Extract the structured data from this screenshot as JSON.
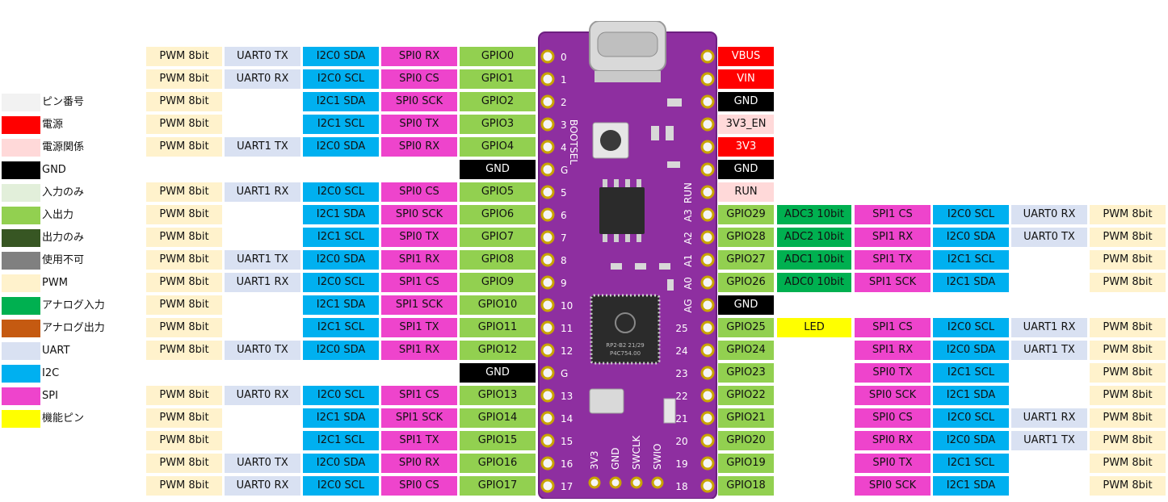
{
  "colors": {
    "pin": "#f2f2f2",
    "power": "#ff0000",
    "power_related": "#ffd9d9",
    "gnd": "#000000",
    "input": "#e2efda",
    "io": "#92d050",
    "output": "#375623",
    "unusable": "#808080",
    "pwm": "#fff2cc",
    "adc": "#00b050",
    "dac": "#c55a11",
    "uart": "#d9e1f2",
    "i2c": "#00b0f0",
    "spi": "#ee44cc",
    "func": "#ffff00",
    "board": "#8e2fa0"
  },
  "legend": [
    {
      "label": "ピン番号",
      "color": "#f2f2f2"
    },
    {
      "label": "電源",
      "color": "#ff0000"
    },
    {
      "label": "電源関係",
      "color": "#ffd9d9"
    },
    {
      "label": "GND",
      "color": "#000000"
    },
    {
      "label": "入力のみ",
      "color": "#e2efda"
    },
    {
      "label": "入出力",
      "color": "#92d050"
    },
    {
      "label": "出力のみ",
      "color": "#375623"
    },
    {
      "label": "使用不可",
      "color": "#808080"
    },
    {
      "label": "PWM",
      "color": "#fff2cc"
    },
    {
      "label": "アナログ入力",
      "color": "#00b050"
    },
    {
      "label": "アナログ出力",
      "color": "#c55a11"
    },
    {
      "label": "UART",
      "color": "#d9e1f2"
    },
    {
      "label": "I2C",
      "color": "#00b0f0"
    },
    {
      "label": "SPI",
      "color": "#ee44cc"
    },
    {
      "label": "機能ピン",
      "color": "#ffff00"
    }
  ],
  "left_rows": [
    {
      "pwm": "PWM 8bit",
      "uart": "UART0 TX",
      "i2c": "I2C0 SDA",
      "spi": "SPI0 RX",
      "gpio": "GPIO0",
      "gpio_type": "io"
    },
    {
      "pwm": "PWM 8bit",
      "uart": "UART0 RX",
      "i2c": "I2C0 SCL",
      "spi": "SPI0 CS",
      "gpio": "GPIO1",
      "gpio_type": "io"
    },
    {
      "pwm": "PWM 8bit",
      "uart": "",
      "i2c": "I2C1 SDA",
      "spi": "SPI0 SCK",
      "gpio": "GPIO2",
      "gpio_type": "io"
    },
    {
      "pwm": "PWM 8bit",
      "uart": "",
      "i2c": "I2C1 SCL",
      "spi": "SPI0 TX",
      "gpio": "GPIO3",
      "gpio_type": "io"
    },
    {
      "pwm": "PWM 8bit",
      "uart": "UART1 TX",
      "i2c": "I2C0 SDA",
      "spi": "SPI0 RX",
      "gpio": "GPIO4",
      "gpio_type": "io"
    },
    {
      "pwm": "",
      "uart": "",
      "i2c": "",
      "spi": "",
      "gpio": "GND",
      "gpio_type": "gnd"
    },
    {
      "pwm": "PWM 8bit",
      "uart": "UART1 RX",
      "i2c": "I2C0 SCL",
      "spi": "SPI0 CS",
      "gpio": "GPIO5",
      "gpio_type": "io"
    },
    {
      "pwm": "PWM 8bit",
      "uart": "",
      "i2c": "I2C1 SDA",
      "spi": "SPI0 SCK",
      "gpio": "GPIO6",
      "gpio_type": "io"
    },
    {
      "pwm": "PWM 8bit",
      "uart": "",
      "i2c": "I2C1 SCL",
      "spi": "SPI0 TX",
      "gpio": "GPIO7",
      "gpio_type": "io"
    },
    {
      "pwm": "PWM 8bit",
      "uart": "UART1 TX",
      "i2c": "I2C0 SDA",
      "spi": "SPI1 RX",
      "gpio": "GPIO8",
      "gpio_type": "io"
    },
    {
      "pwm": "PWM 8bit",
      "uart": "UART1 RX",
      "i2c": "I2C0 SCL",
      "spi": "SPI1 CS",
      "gpio": "GPIO9",
      "gpio_type": "io"
    },
    {
      "pwm": "PWM 8bit",
      "uart": "",
      "i2c": "I2C1 SDA",
      "spi": "SPI1 SCK",
      "gpio": "GPIO10",
      "gpio_type": "io"
    },
    {
      "pwm": "PWM 8bit",
      "uart": "",
      "i2c": "I2C1 SCL",
      "spi": "SPI1 TX",
      "gpio": "GPIO11",
      "gpio_type": "io"
    },
    {
      "pwm": "PWM 8bit",
      "uart": "UART0 TX",
      "i2c": "I2C0 SDA",
      "spi": "SPI1 RX",
      "gpio": "GPIO12",
      "gpio_type": "io"
    },
    {
      "pwm": "",
      "uart": "",
      "i2c": "",
      "spi": "",
      "gpio": "GND",
      "gpio_type": "gnd"
    },
    {
      "pwm": "PWM 8bit",
      "uart": "UART0 RX",
      "i2c": "I2C0 SCL",
      "spi": "SPI1 CS",
      "gpio": "GPIO13",
      "gpio_type": "io"
    },
    {
      "pwm": "PWM 8bit",
      "uart": "",
      "i2c": "I2C1 SDA",
      "spi": "SPI1 SCK",
      "gpio": "GPIO14",
      "gpio_type": "io"
    },
    {
      "pwm": "PWM 8bit",
      "uart": "",
      "i2c": "I2C1 SCL",
      "spi": "SPI1 TX",
      "gpio": "GPIO15",
      "gpio_type": "io"
    },
    {
      "pwm": "PWM 8bit",
      "uart": "UART0 TX",
      "i2c": "I2C0 SDA",
      "spi": "SPI0 RX",
      "gpio": "GPIO16",
      "gpio_type": "io"
    },
    {
      "pwm": "PWM 8bit",
      "uart": "UART0 RX",
      "i2c": "I2C0 SCL",
      "spi": "SPI0 CS",
      "gpio": "GPIO17",
      "gpio_type": "io"
    }
  ],
  "right_rows": [
    {
      "pin": "VBUS",
      "pin_type": "power",
      "adc": "",
      "spi": "",
      "i2c": "",
      "uart": "",
      "pwm": ""
    },
    {
      "pin": "VIN",
      "pin_type": "power",
      "adc": "",
      "spi": "",
      "i2c": "",
      "uart": "",
      "pwm": ""
    },
    {
      "pin": "GND",
      "pin_type": "gnd",
      "adc": "",
      "spi": "",
      "i2c": "",
      "uart": "",
      "pwm": ""
    },
    {
      "pin": "3V3_EN",
      "pin_type": "power_related",
      "adc": "",
      "spi": "",
      "i2c": "",
      "uart": "",
      "pwm": ""
    },
    {
      "pin": "3V3",
      "pin_type": "power",
      "adc": "",
      "spi": "",
      "i2c": "",
      "uart": "",
      "pwm": ""
    },
    {
      "pin": "GND",
      "pin_type": "gnd",
      "adc": "",
      "spi": "",
      "i2c": "",
      "uart": "",
      "pwm": ""
    },
    {
      "pin": "RUN",
      "pin_type": "power_related",
      "adc": "",
      "spi": "",
      "i2c": "",
      "uart": "",
      "pwm": ""
    },
    {
      "pin": "GPIO29",
      "pin_type": "io",
      "adc": "ADC3 10bit",
      "spi": "SPI1 CS",
      "i2c": "I2C0 SCL",
      "uart": "UART0 RX",
      "pwm": "PWM 8bit"
    },
    {
      "pin": "GPIO28",
      "pin_type": "io",
      "adc": "ADC2 10bit",
      "spi": "SPI1 RX",
      "i2c": "I2C0 SDA",
      "uart": "UART0 TX",
      "pwm": "PWM 8bit"
    },
    {
      "pin": "GPIO27",
      "pin_type": "io",
      "adc": "ADC1 10bit",
      "spi": "SPI1 TX",
      "i2c": "I2C1 SCL",
      "uart": "",
      "pwm": "PWM 8bit"
    },
    {
      "pin": "GPIO26",
      "pin_type": "io",
      "adc": "ADC0 10bit",
      "spi": "SPI1 SCK",
      "i2c": "I2C1 SDA",
      "uart": "",
      "pwm": "PWM 8bit"
    },
    {
      "pin": "GND",
      "pin_type": "gnd",
      "adc": "",
      "spi": "",
      "i2c": "",
      "uart": "",
      "pwm": ""
    },
    {
      "pin": "GPIO25",
      "pin_type": "io",
      "adc": "LED",
      "adc_type": "func",
      "spi": "SPI1 CS",
      "i2c": "I2C0 SCL",
      "uart": "UART1 RX",
      "pwm": "PWM 8bit"
    },
    {
      "pin": "GPIO24",
      "pin_type": "io",
      "adc": "",
      "spi": "SPI1 RX",
      "i2c": "I2C0 SDA",
      "uart": "UART1 TX",
      "pwm": "PWM 8bit"
    },
    {
      "pin": "GPIO23",
      "pin_type": "io",
      "adc": "",
      "spi": "SPI0 TX",
      "i2c": "I2C1 SCL",
      "uart": "",
      "pwm": "PWM 8bit"
    },
    {
      "pin": "GPIO22",
      "pin_type": "io",
      "adc": "",
      "spi": "SPI0 SCK",
      "i2c": "I2C1 SDA",
      "uart": "",
      "pwm": "PWM 8bit"
    },
    {
      "pin": "GPIO21",
      "pin_type": "io",
      "adc": "",
      "spi": "SPI0 CS",
      "i2c": "I2C0 SCL",
      "uart": "UART1 RX",
      "pwm": "PWM 8bit"
    },
    {
      "pin": "GPIO20",
      "pin_type": "io",
      "adc": "",
      "spi": "SPI0 RX",
      "i2c": "I2C0 SDA",
      "uart": "UART1 TX",
      "pwm": "PWM 8bit"
    },
    {
      "pin": "GPIO19",
      "pin_type": "io",
      "adc": "",
      "spi": "SPI0 TX",
      "i2c": "I2C1 SCL",
      "uart": "",
      "pwm": "PWM 8bit"
    },
    {
      "pin": "GPIO18",
      "pin_type": "io",
      "adc": "",
      "spi": "SPI0 SCK",
      "i2c": "I2C1 SDA",
      "uart": "",
      "pwm": "PWM 8bit"
    }
  ],
  "board": {
    "left_pin_labels": [
      "0",
      "1",
      "2",
      "3",
      "4",
      "G",
      "5",
      "6",
      "7",
      "8",
      "9",
      "10",
      "11",
      "12",
      "G",
      "13",
      "14",
      "15",
      "16",
      "17"
    ],
    "right_pin_labels": [
      "",
      "",
      "",
      "",
      "",
      "",
      "RUN",
      "A3",
      "A2",
      "A1",
      "A0",
      "AG",
      "25",
      "24",
      "23",
      "22",
      "21",
      "20",
      "19",
      "18"
    ],
    "bootsel": "BOOTSEL",
    "chip_text": [
      "RP2-B2  21/29",
      "P4C754.00"
    ],
    "bottom_labels": [
      "3V3",
      "GND",
      "SWCLK",
      "SWIO"
    ]
  }
}
